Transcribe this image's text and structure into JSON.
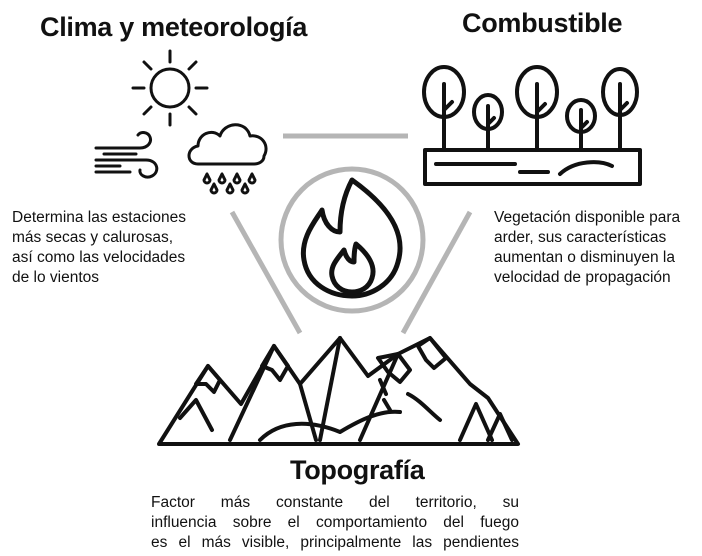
{
  "clima": {
    "title": "Clima y meteorología",
    "lines": [
      "Determina las estaciones",
      "más secas y calurosas,",
      "así como las velocidades",
      "de lo vientos"
    ]
  },
  "combustible": {
    "title": "Combustible",
    "lines": [
      "Vegetación disponible para",
      "arder, sus características",
      "aumentan o disminuyen la",
      "velocidad de propagación"
    ]
  },
  "topografia": {
    "title": "Topografía",
    "lines": [
      "Factor más constante del territorio, su",
      "influencia sobre el comportamiento del fuego",
      "es el más visible, principalmente las pendientes"
    ]
  },
  "icons": [
    "sun-icon",
    "wind-icon",
    "rain-cloud-icon",
    "trees-icon",
    "fire-icon",
    "mountains-icon"
  ],
  "colors": {
    "connector": "#b5b5b5",
    "ink": "#111111"
  }
}
